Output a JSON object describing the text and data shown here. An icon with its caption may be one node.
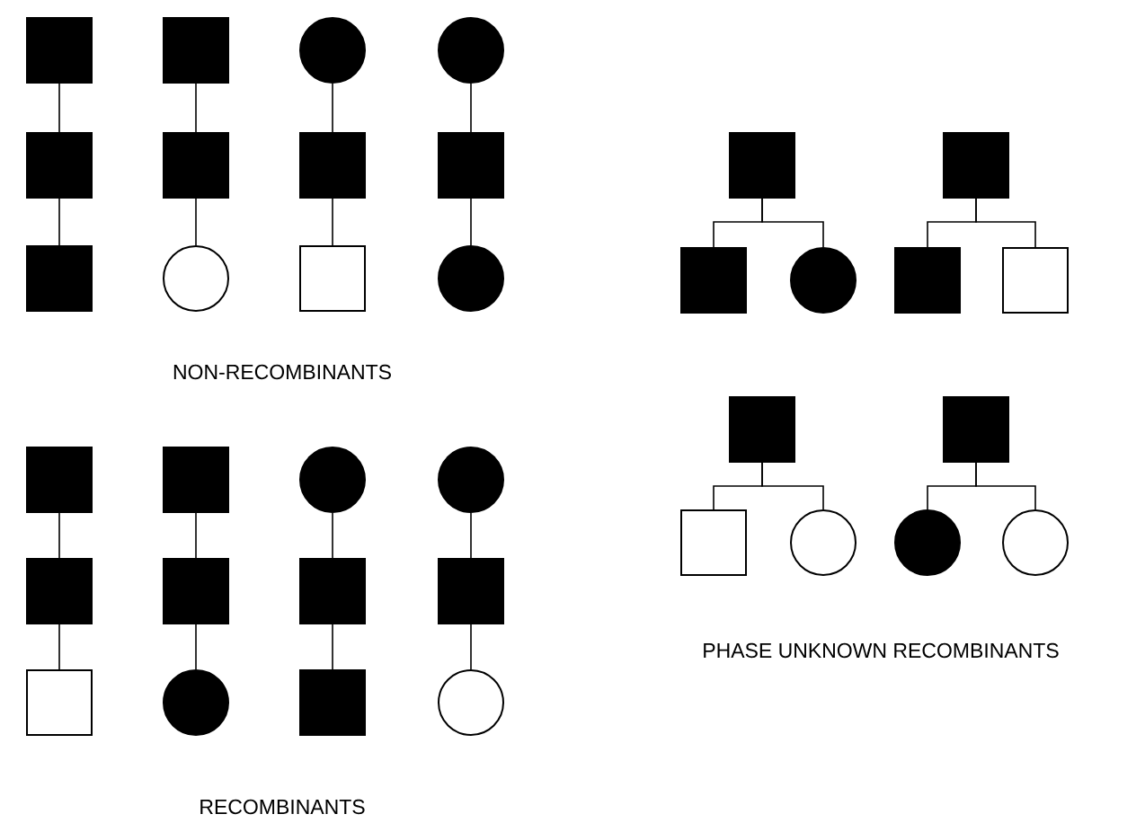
{
  "diagram": {
    "nodes": [
      {
        "text": [],
        "shape": "block"
      },
      {
        "text": [],
        "shape": "block"
      },
      {
        "text": [],
        "shape": "block"
      },
      {
        "text": [],
        "shape": "block"
      },
      {
        "text": [],
        "shape": "block"
      },
      {
        "text": [],
        "shape": "circle"
      },
      {
        "text": [],
        "shape": "disc"
      },
      {
        "text": [],
        "shape": "block"
      },
      {
        "text": [],
        "shape": "box"
      },
      {
        "text": [],
        "shape": "disc"
      },
      {
        "text": [],
        "shape": "block"
      },
      {
        "text": [],
        "shape": "disc"
      },
      {
        "text": [],
        "shape": "block"
      },
      {
        "text": [],
        "shape": "block"
      },
      {
        "text": [],
        "shape": "box"
      },
      {
        "text": [],
        "shape": "block"
      },
      {
        "text": [],
        "shape": "block"
      },
      {
        "text": [],
        "shape": "disc"
      },
      {
        "text": [],
        "shape": "disc"
      },
      {
        "text": [],
        "shape": "block"
      },
      {
        "text": [],
        "shape": "block"
      },
      {
        "text": [],
        "shape": "disc"
      },
      {
        "text": [],
        "shape": "block"
      },
      {
        "text": [],
        "shape": "circle"
      },
      {
        "text": [],
        "shape": "block"
      },
      {
        "text": [],
        "shape": "block"
      },
      {
        "text": [],
        "shape": "block"
      },
      {
        "text": [],
        "shape": "disc"
      },
      {
        "text": [],
        "shape": "block"
      },
      {
        "text": [],
        "shape": "box"
      },
      {
        "text": [],
        "shape": "block"
      },
      {
        "text": [],
        "shape": "block"
      },
      {
        "text": [],
        "shape": "box"
      },
      {
        "text": [],
        "shape": "circle"
      },
      {
        "text": [],
        "shape": "disc"
      },
      {
        "text": [],
        "shape": "circle"
      }
    ],
    "edges": [
      {
        "from": 0,
        "to": 1,
        "arrow": "none"
      },
      {
        "from": 1,
        "to": 2,
        "arrow": "none"
      },
      {
        "from": 3,
        "to": 4,
        "arrow": "none"
      },
      {
        "from": 4,
        "to": 5,
        "arrow": "none"
      },
      {
        "from": 6,
        "to": 7,
        "arrow": "none"
      },
      {
        "from": 7,
        "to": 8,
        "arrow": "none"
      },
      {
        "from": 9,
        "to": 10,
        "arrow": "none"
      },
      {
        "from": 10,
        "to": 11,
        "arrow": "none"
      },
      {
        "from": 12,
        "to": 13,
        "arrow": "none"
      },
      {
        "from": 13,
        "to": 14,
        "arrow": "none"
      },
      {
        "from": 15,
        "to": 16,
        "arrow": "none"
      },
      {
        "from": 16,
        "to": 17,
        "arrow": "none"
      },
      {
        "from": 18,
        "to": 19,
        "arrow": "none"
      },
      {
        "from": 19,
        "to": 20,
        "arrow": "none"
      },
      {
        "from": 21,
        "to": 22,
        "arrow": "none"
      },
      {
        "from": 22,
        "to": 23,
        "arrow": "none"
      },
      {
        "from": 24,
        "to": 26,
        "arrow": "none"
      },
      {
        "from": 24,
        "to": 27,
        "arrow": "none"
      },
      {
        "from": 25,
        "to": 28,
        "arrow": "none"
      },
      {
        "from": 25,
        "to": 29,
        "arrow": "none"
      },
      {
        "from": 30,
        "to": 32,
        "arrow": "none"
      },
      {
        "from": 30,
        "to": 33,
        "arrow": "none"
      },
      {
        "from": 31,
        "to": 34,
        "arrow": "none"
      },
      {
        "from": 31,
        "to": 35,
        "arrow": "none"
      }
    ],
    "labels": [
      "NON-RECOMBINANTS",
      "RECOMBINANTS",
      "PHASE UNKNOWN RECOMBINANTS"
    ]
  }
}
